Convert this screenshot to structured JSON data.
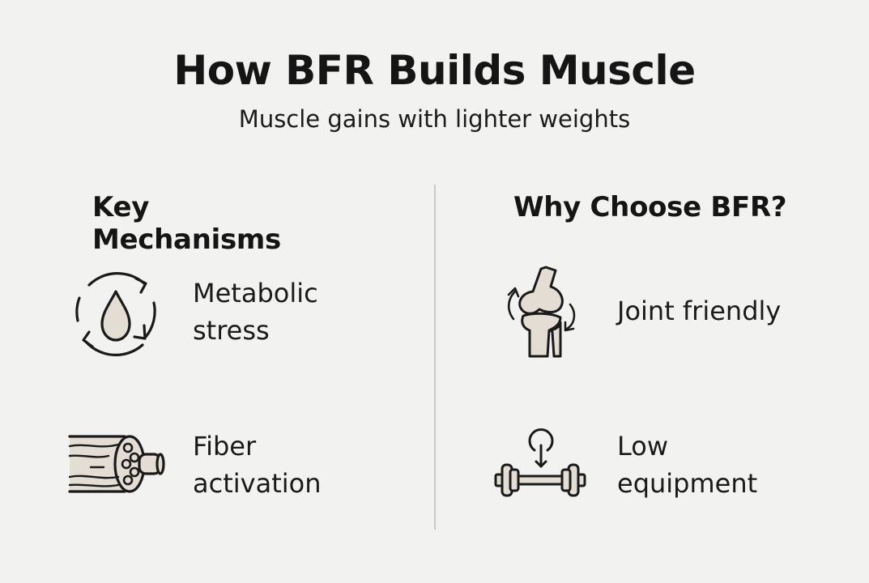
{
  "header": {
    "title": "How BFR Builds Muscle",
    "subtitle": "Muscle gains with lighter weights"
  },
  "left_column": {
    "heading": "Key Mechanisms",
    "items": [
      {
        "icon": "droplet-cycle-icon",
        "line1": "Metabolic",
        "line2": "stress"
      },
      {
        "icon": "muscle-fiber-icon",
        "line1": "Fiber",
        "line2": "activation"
      }
    ]
  },
  "right_column": {
    "heading": "Why Choose BFR?",
    "items": [
      {
        "icon": "knee-joint-icon",
        "line1": "Joint friendly",
        "line2": ""
      },
      {
        "icon": "dumbbell-icon",
        "line1": "Low",
        "line2": "equipment"
      }
    ]
  },
  "colors": {
    "background": "#f2f2f1",
    "text": "#151515",
    "icon_fill": "#e3ddd3",
    "icon_stroke": "#1a1a1a",
    "divider": "#c9c9c6"
  }
}
